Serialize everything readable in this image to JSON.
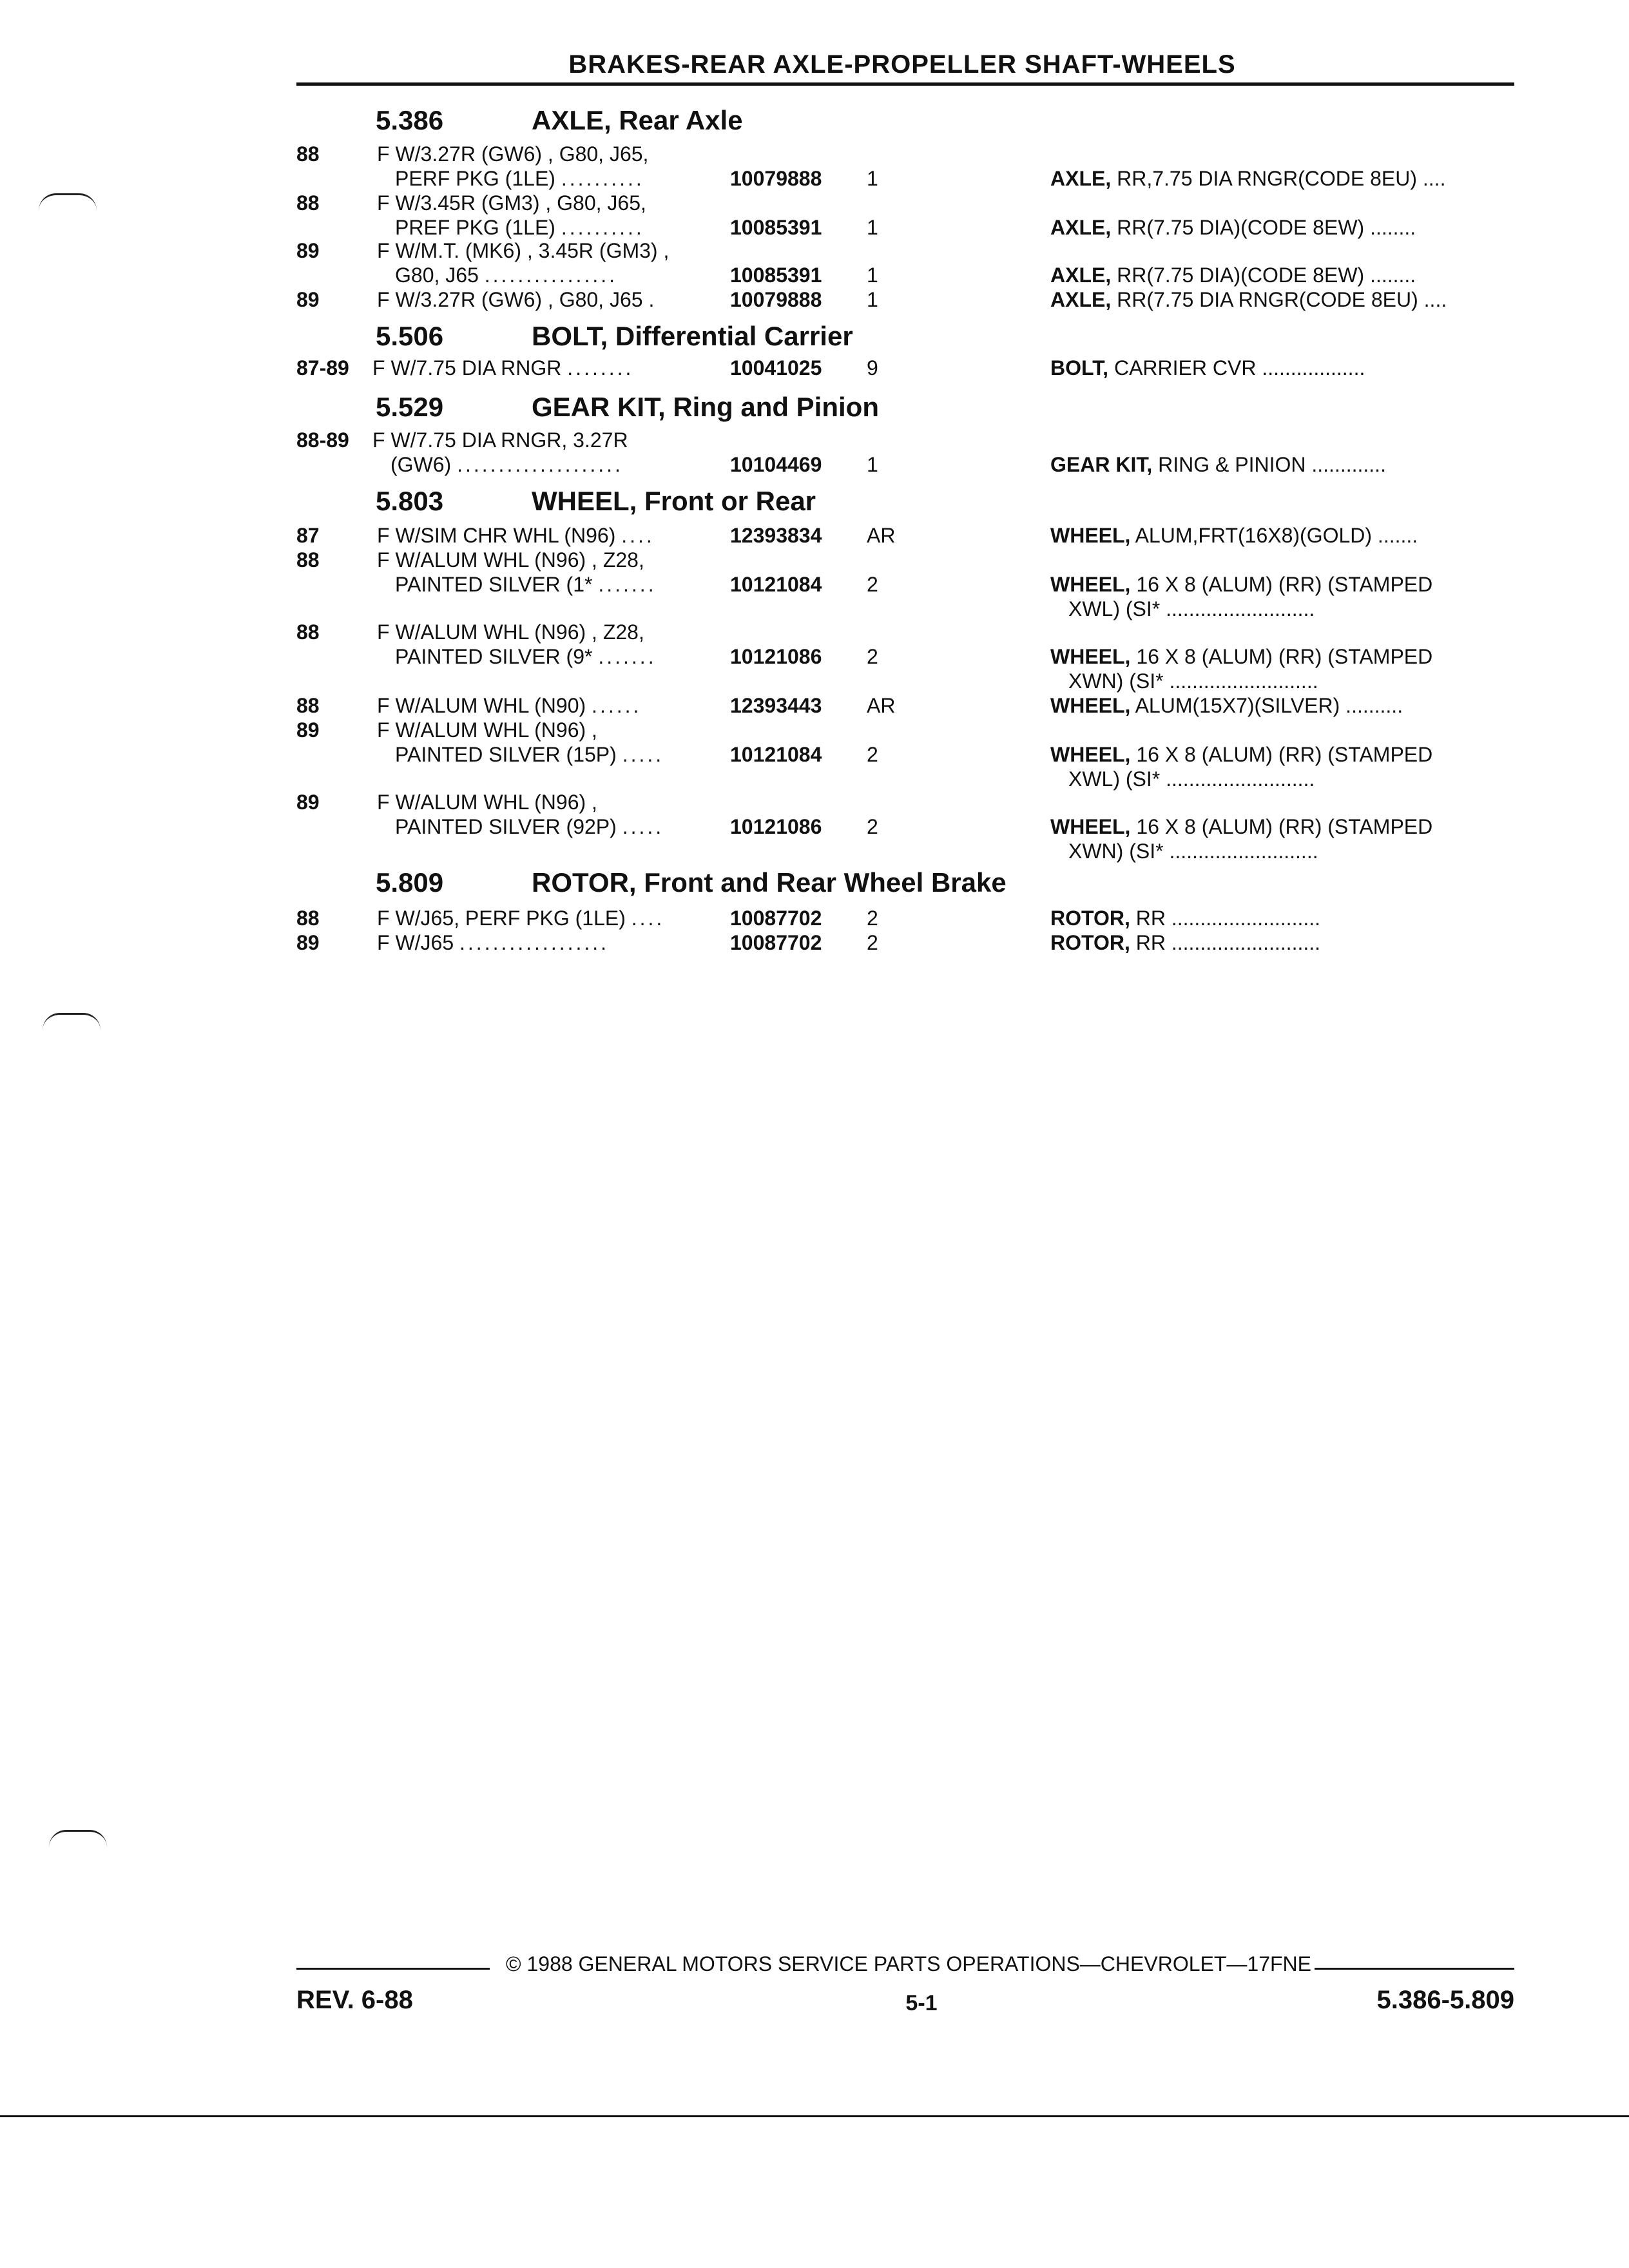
{
  "header": {
    "title": "BRAKES-REAR AXLE-PROPELLER SHAFT-WHEELS"
  },
  "sections": [
    {
      "number": "5.386",
      "title": "AXLE, Rear Axle",
      "rows": [
        {
          "year": "88",
          "desc1": "F W/3.27R (GW6) , G80, J65,",
          "desc2": "PERF PKG (1LE)",
          "desc2_dots": "..........",
          "part": "10079888",
          "qty": "1",
          "rhead": "AXLE,",
          "rtext": "RR,7.75 DIA RNGR(CODE 8EU)",
          "rdots": "....",
          "rtext2": ""
        },
        {
          "year": "88",
          "desc1": "F W/3.45R (GM3) , G80, J65,",
          "desc2": "PREF PKG (1LE)",
          "desc2_dots": "..........",
          "part": "10085391",
          "qty": "1",
          "rhead": "AXLE,",
          "rtext": "RR(7.75 DIA)(CODE 8EW)",
          "rdots": "........",
          "rtext2": ""
        },
        {
          "year": "89",
          "desc1": "F W/M.T. (MK6) , 3.45R (GM3) ,",
          "desc2": "G80, J65",
          "desc2_dots": "................",
          "part": "10085391",
          "qty": "1",
          "rhead": "AXLE,",
          "rtext": "RR(7.75 DIA)(CODE 8EW)",
          "rdots": "........",
          "rtext2": ""
        },
        {
          "year": "89",
          "desc1": "F W/3.27R (GW6) , G80, J65",
          "desc1_dots": ".",
          "desc2": "",
          "part": "10079888",
          "qty": "1",
          "rhead": "AXLE,",
          "rtext": "RR(7.75 DIA RNGR(CODE 8EU)",
          "rdots": "....",
          "rtext2": ""
        }
      ]
    },
    {
      "number": "5.506",
      "title": "BOLT, Differential Carrier",
      "rows": [
        {
          "year": "87-89",
          "desc1": "F W/7.75 DIA RNGR",
          "desc1_dots": "........",
          "desc2": "",
          "part": "10041025",
          "qty": "9",
          "rhead": "BOLT,",
          "rtext": "CARRIER CVR",
          "rdots": "..................",
          "rtext2": ""
        }
      ]
    },
    {
      "number": "5.529",
      "title": "GEAR  KIT, Ring and Pinion",
      "rows": [
        {
          "year": "88-89",
          "desc1": "F W/7.75 DIA RNGR, 3.27R",
          "desc2": "(GW6)",
          "desc2_dots": "....................",
          "part": "10104469",
          "qty": "1",
          "rhead": "GEAR KIT,",
          "rtext": "RING & PINION",
          "rdots": ".............",
          "rtext2": ""
        }
      ]
    },
    {
      "number": "5.803",
      "title": "WHEEL, Front or Rear",
      "rows": [
        {
          "year": "87",
          "desc1": "F W/SIM CHR WHL (N96)",
          "desc1_dots": "....",
          "desc2": "",
          "part": "12393834",
          "qty": "AR",
          "rhead": "WHEEL,",
          "rtext": "ALUM,FRT(16X8)(GOLD)",
          "rdots": ".......",
          "rtext2": ""
        },
        {
          "year": "88",
          "desc1": "F W/ALUM WHL (N96) , Z28,",
          "desc2": "PAINTED SILVER (1*",
          "desc2_dots": ".......",
          "part": "10121084",
          "qty": "2",
          "rhead": "WHEEL,",
          "rtext": "16 X 8 (ALUM) (RR) (STAMPED",
          "rdots": "",
          "rtext2": "XWL) (SI*",
          "rdots2": ".........................."
        },
        {
          "year": "88",
          "desc1": "F W/ALUM WHL (N96) , Z28,",
          "desc2": "PAINTED SILVER (9*",
          "desc2_dots": ".......",
          "part": "10121086",
          "qty": "2",
          "rhead": "WHEEL,",
          "rtext": "16 X 8 (ALUM) (RR) (STAMPED",
          "rdots": "",
          "rtext2": "XWN) (SI*",
          "rdots2": ".........................."
        },
        {
          "year": "88",
          "desc1": "F W/ALUM WHL (N90)",
          "desc1_dots": "......",
          "desc2": "",
          "part": "12393443",
          "qty": "AR",
          "rhead": "WHEEL,",
          "rtext": "ALUM(15X7)(SILVER)",
          "rdots": "..........",
          "rtext2": ""
        },
        {
          "year": "89",
          "desc1": "F W/ALUM WHL (N96) ,",
          "desc2": "PAINTED SILVER (15P)",
          "desc2_dots": ".....",
          "part": "10121084",
          "qty": "2",
          "rhead": "WHEEL,",
          "rtext": "16 X 8 (ALUM) (RR) (STAMPED",
          "rdots": "",
          "rtext2": "XWL) (SI*",
          "rdots2": ".........................."
        },
        {
          "year": "89",
          "desc1": "F W/ALUM WHL (N96) ,",
          "desc2": "PAINTED SILVER (92P)",
          "desc2_dots": ".....",
          "part": "10121086",
          "qty": "2",
          "rhead": "WHEEL,",
          "rtext": "16 X 8 (ALUM) (RR) (STAMPED",
          "rdots": "",
          "rtext2": "XWN) (SI*",
          "rdots2": ".........................."
        }
      ]
    },
    {
      "number": "5.809",
      "title": "ROTOR, Front and Rear Wheel Brake",
      "rows": [
        {
          "year": "88",
          "desc1": "F W/J65, PERF PKG (1LE)",
          "desc1_dots": "....",
          "desc2": "",
          "part": "10087702",
          "qty": "2",
          "rhead": "ROTOR,",
          "rtext": "RR",
          "rdots": "..........................",
          "rtext2": ""
        },
        {
          "year": "89",
          "desc1": "F W/J65",
          "desc1_dots": "..................",
          "desc2": "",
          "part": "10087702",
          "qty": "2",
          "rhead": "ROTOR,",
          "rtext": "RR",
          "rdots": "..........................",
          "rtext2": ""
        }
      ]
    }
  ],
  "footer": {
    "copyright": "©  1988  GENERAL MOTORS SERVICE PARTS OPERATIONS—CHEVROLET—17FNE",
    "revision": "REV. 6-88",
    "page": "5-1",
    "range": "5.386-5.809"
  }
}
